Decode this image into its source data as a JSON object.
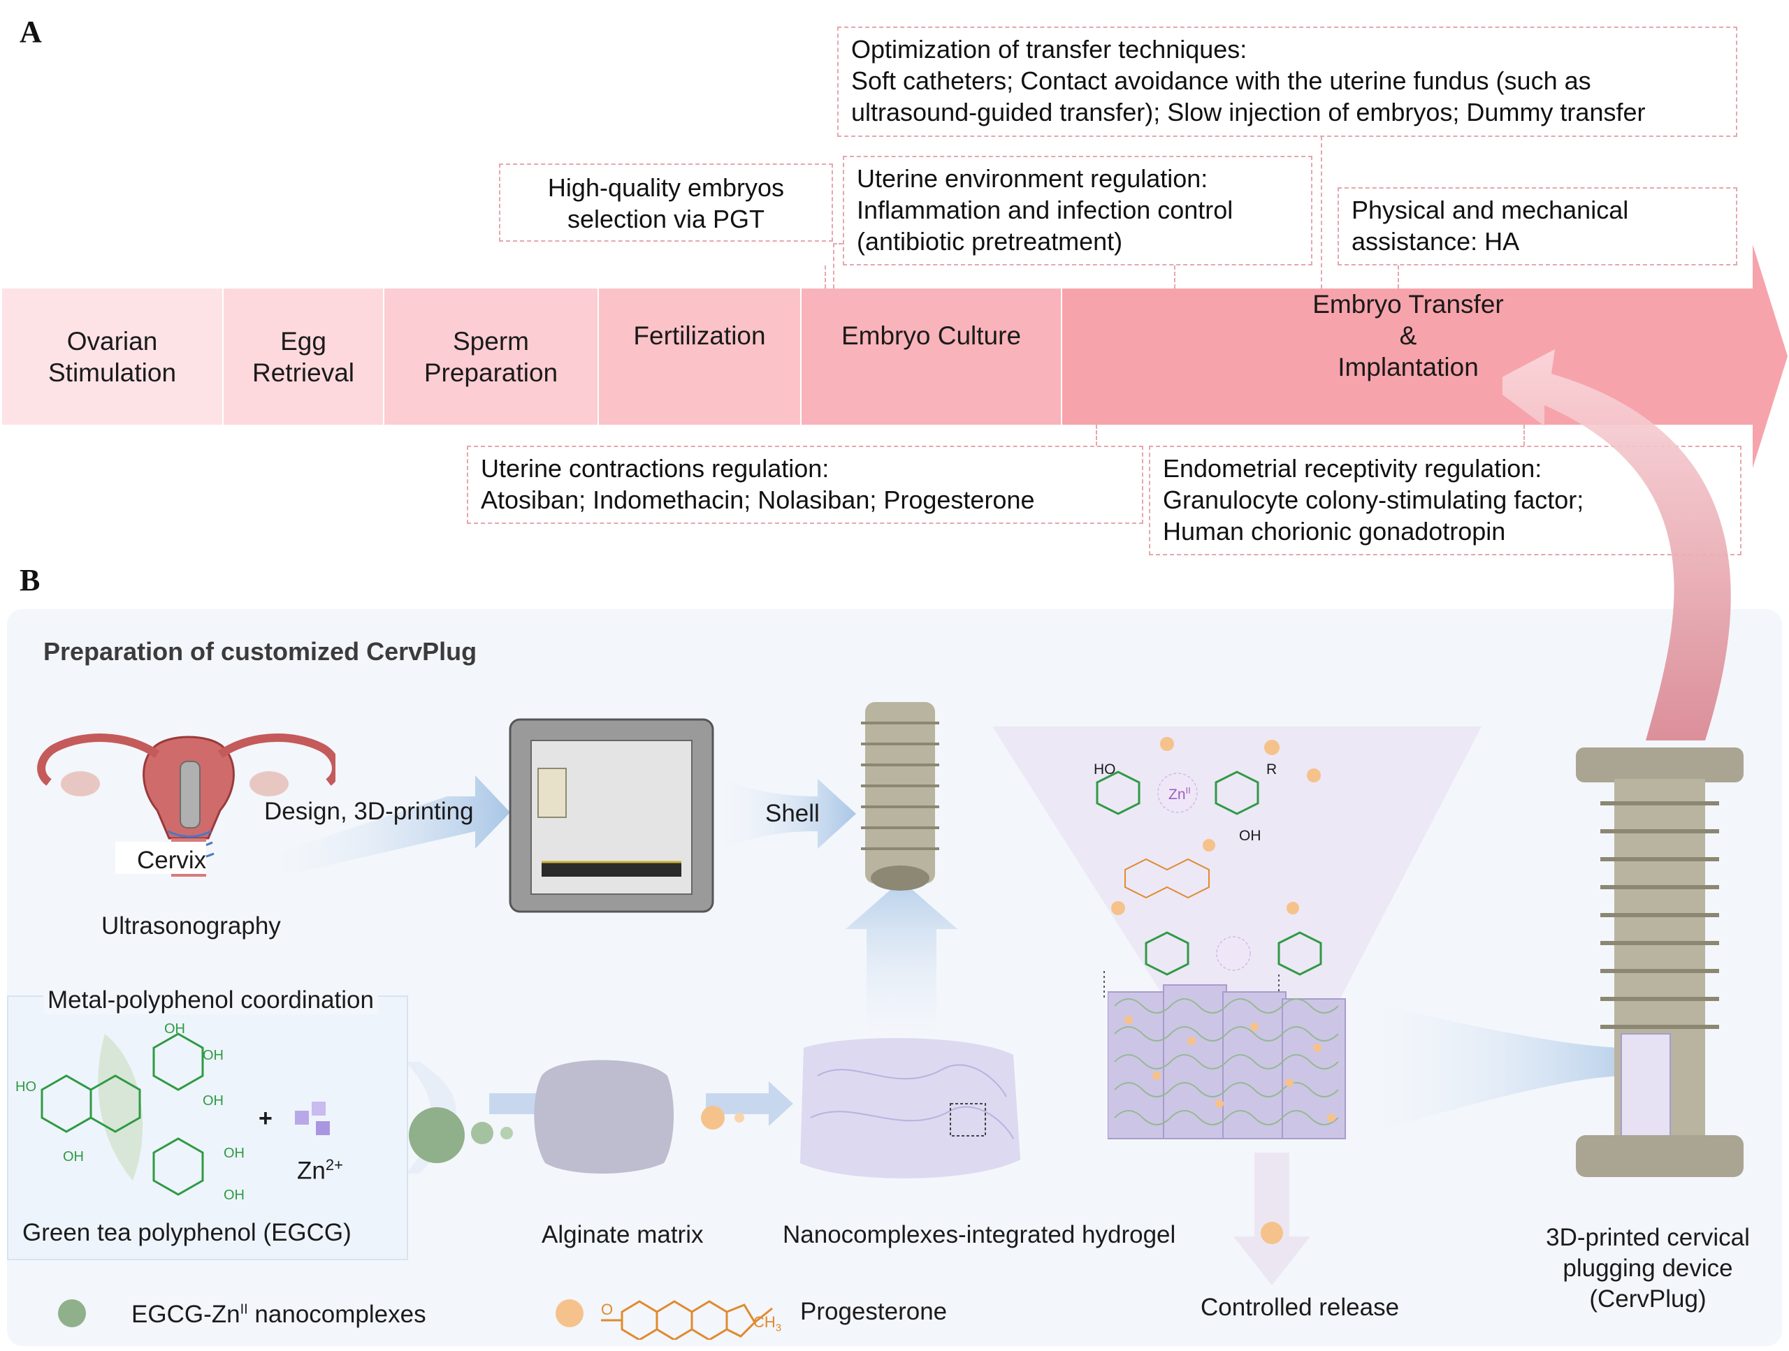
{
  "panels": {
    "a": "A",
    "b": "B"
  },
  "pipeline": {
    "steps": [
      {
        "line1": "Ovarian",
        "line2": "Stimulation"
      },
      {
        "line1": "Egg",
        "line2": "Retrieval"
      },
      {
        "line1": "Sperm",
        "line2": "Preparation"
      },
      {
        "line1": "Fertilization",
        "line2": ""
      },
      {
        "line1": "Embryo Culture",
        "line2": ""
      },
      {
        "line1": "Embryo Transfer",
        "line2": "&",
        "line3": "Implantation"
      }
    ],
    "colors": [
      "#fde3e6",
      "#fdd9dd",
      "#fccdd3",
      "#fbc2c8",
      "#f9b3ba",
      "#f7a3ab"
    ]
  },
  "boxes": {
    "transfer_techniques": {
      "line1": "Optimization of transfer techniques:",
      "line2": "Soft catheters; Contact avoidance with the uterine fundus (such as",
      "line3": "ultrasound-guided transfer); Slow injection of embryos; Dummy transfer"
    },
    "pgt": {
      "line1": "High-quality embryos",
      "line2": "selection via PGT"
    },
    "uterine_env": {
      "line1": "Uterine environment regulation:",
      "line2": "Inflammation and infection control",
      "line3": "(antibiotic pretreatment)"
    },
    "physical": {
      "line1": "Physical and mechanical",
      "line2": "assistance: HA"
    },
    "contractions": {
      "line1": "Uterine contractions regulation:",
      "line2": "Atosiban; Indomethacin; Nolasiban; Progesterone"
    },
    "receptivity": {
      "line1": "Endometrial receptivity regulation:",
      "line2": "Granulocyte colony-stimulating factor;",
      "line3": "Human chorionic gonadotropin"
    }
  },
  "panel_b": {
    "title": "Preparation of customized CervPlug",
    "cervix": "Cervix",
    "ultrasonography": "Ultrasonography",
    "design_arrow": "Design, 3D-printing",
    "shell_arrow": "Shell",
    "mpc_title": "Metal-polyphenol coordination",
    "egcg_label": "Green tea polyphenol (EGCG)",
    "plus": "+",
    "zn_base": "Zn",
    "zn_sup": "2+",
    "alginate": "Alginate matrix",
    "hydrogel": "Nanocomplexes-integrated hydrogel",
    "controlled_release": "Controlled release",
    "device_line1": "3D-printed cervical",
    "device_line2": "plugging device",
    "device_line3": "(CervPlug)",
    "legend_nano_a": "EGCG-Zn",
    "legend_nano_sup": "II",
    "legend_nano_b": " nanocomplexes",
    "legend_prog": "Progesterone",
    "chem_ho": "HO",
    "chem_oh": "OH",
    "chem_ch3": "CH",
    "chem_ch3_sub": "3",
    "chem_o": "O",
    "chem_r": "R",
    "chem_zn": "Zn",
    "chem_zn_sup": "II"
  }
}
